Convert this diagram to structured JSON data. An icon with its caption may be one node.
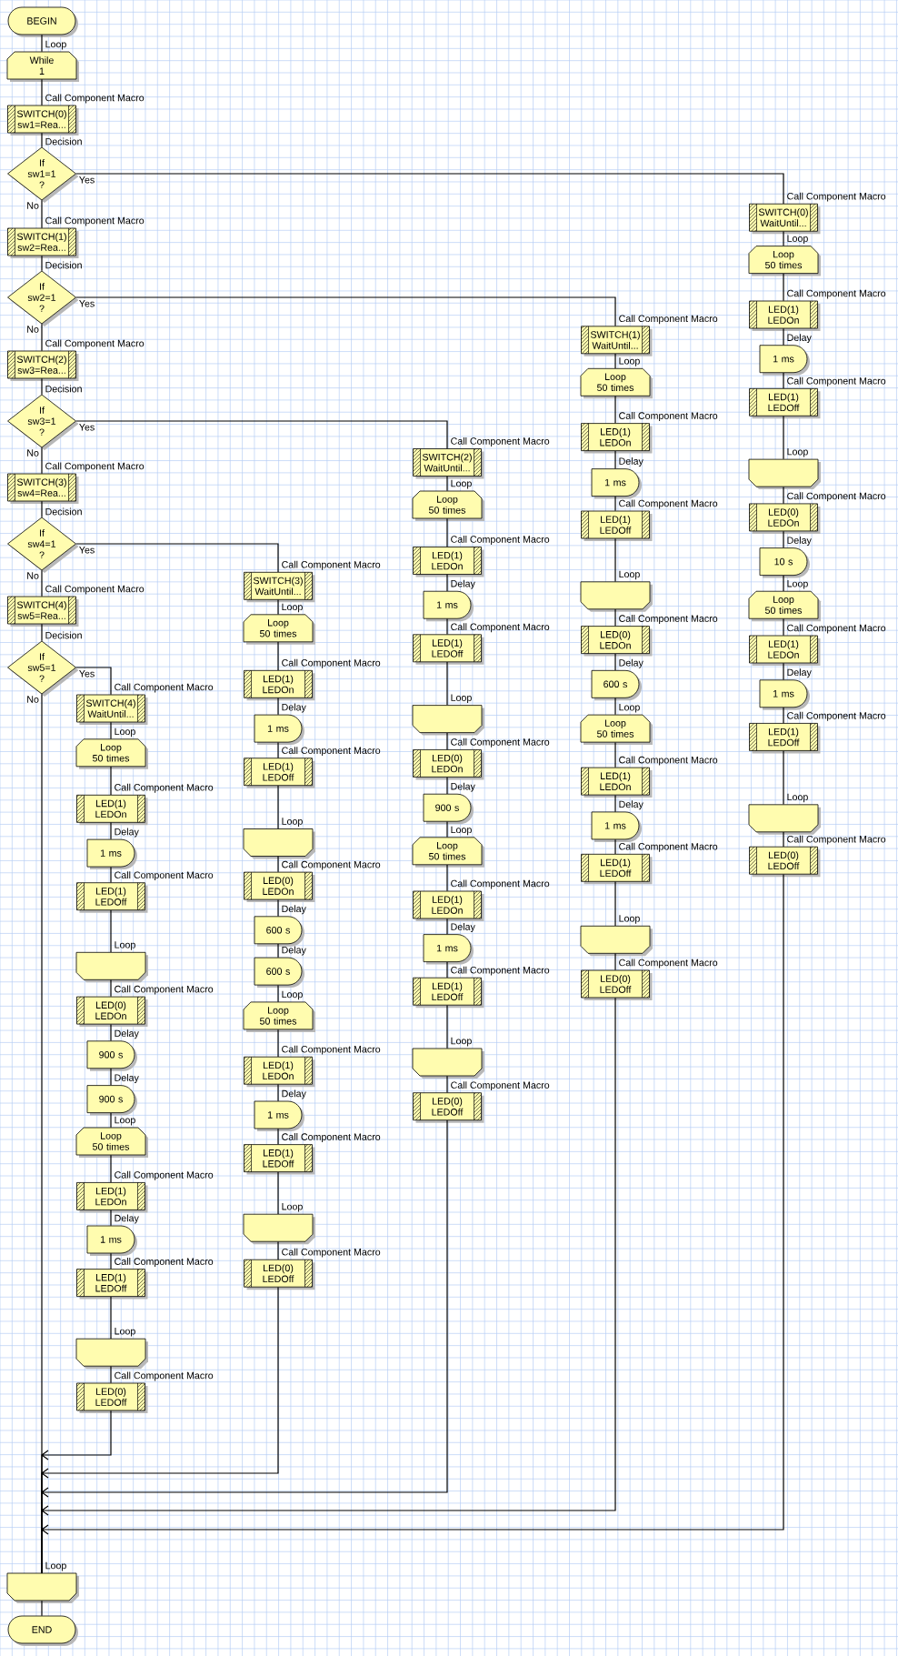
{
  "diagram": {
    "nodes": [
      {
        "text": [
          "BEGIN"
        ]
      },
      {
        "text": [
          "Loop",
          "While 1"
        ]
      },
      {
        "text": [
          "Call Component Macro",
          "SWITCH(0) sw1=Rea..."
        ]
      },
      {
        "text": [
          "Decision",
          "If sw1=1 ?"
        ]
      },
      {
        "text": [
          "Call Component Macro",
          "SWITCH(1) sw2=Rea..."
        ]
      },
      {
        "text": [
          "Decision",
          "If sw2=1 ?"
        ]
      },
      {
        "text": [
          "Call Component Macro",
          "SWITCH(2) sw3=Rea..."
        ]
      },
      {
        "text": [
          "Decision",
          "If sw3=1 ?"
        ]
      },
      {
        "text": [
          "Call Component Macro",
          "SWITCH(3) sw4=Rea..."
        ]
      },
      {
        "text": [
          "Decision",
          "If sw4=1 ?"
        ]
      },
      {
        "text": [
          "Call Component Macro",
          "SWITCH(4) sw5=Rea..."
        ]
      },
      {
        "text": [
          "Decision",
          "If sw5=1 ?"
        ]
      },
      {
        "text": [
          "Call Component Macro",
          "SWITCH(0) WaitUntil..."
        ]
      },
      {
        "text": [
          "Loop",
          "Loop 50 times"
        ]
      },
      {
        "text": [
          "Call Component Macro",
          "LED(1) LEDOn"
        ]
      },
      {
        "text": [
          "Delay",
          "1 ms"
        ]
      },
      {
        "text": [
          "Call Component Macro",
          "LED(1) LEDOff"
        ]
      },
      {
        "text": [
          "Loop"
        ]
      },
      {
        "text": [
          "Call Component Macro",
          "LED(0) LEDOn"
        ]
      },
      {
        "text": [
          "Delay",
          "10 s"
        ]
      },
      {
        "text": [
          "Loop",
          "Loop 50 times"
        ]
      },
      {
        "text": [
          "Call Component Macro",
          "LED(1) LEDOn"
        ]
      },
      {
        "text": [
          "Delay",
          "1 ms"
        ]
      },
      {
        "text": [
          "Call Component Macro",
          "LED(1) LEDOff"
        ]
      },
      {
        "text": [
          "Loop"
        ]
      },
      {
        "text": [
          "Call Component Macro",
          "LED(0) LEDOff"
        ]
      },
      {
        "text": [
          "Call Component Macro",
          "SWITCH(1) WaitUntil..."
        ]
      },
      {
        "text": [
          "Loop",
          "Loop 50 times"
        ]
      },
      {
        "text": [
          "Call Component Macro",
          "LED(1) LEDOn"
        ]
      },
      {
        "text": [
          "Delay",
          "1 ms"
        ]
      },
      {
        "text": [
          "Call Component Macro",
          "LED(1) LEDOff"
        ]
      },
      {
        "text": [
          "Loop"
        ]
      },
      {
        "text": [
          "Call Component Macro",
          "LED(0) LEDOn"
        ]
      },
      {
        "text": [
          "Delay",
          "600 s"
        ]
      },
      {
        "text": [
          "Loop",
          "Loop 50 times"
        ]
      },
      {
        "text": [
          "Call Component Macro",
          "LED(1) LEDOn"
        ]
      },
      {
        "text": [
          "Delay",
          "1 ms"
        ]
      },
      {
        "text": [
          "Call Component Macro",
          "LED(1) LEDOff"
        ]
      },
      {
        "text": [
          "Loop"
        ]
      },
      {
        "text": [
          "Call Component Macro",
          "LED(0) LEDOff"
        ]
      },
      {
        "text": [
          "Call Component Macro",
          "SWITCH(2) WaitUntil..."
        ]
      },
      {
        "text": [
          "Loop",
          "Loop 50 times"
        ]
      },
      {
        "text": [
          "Call Component Macro",
          "LED(1) LEDOn"
        ]
      },
      {
        "text": [
          "Delay",
          "1 ms"
        ]
      },
      {
        "text": [
          "Call Component Macro",
          "LED(1) LEDOff"
        ]
      },
      {
        "text": [
          "Loop"
        ]
      },
      {
        "text": [
          "Call Component Macro",
          "LED(0) LEDOn"
        ]
      },
      {
        "text": [
          "Delay",
          "900 s"
        ]
      },
      {
        "text": [
          "Loop",
          "Loop 50 times"
        ]
      },
      {
        "text": [
          "Call Component Macro",
          "LED(1) LEDOn"
        ]
      },
      {
        "text": [
          "Delay",
          "1 ms"
        ]
      },
      {
        "text": [
          "Call Component Macro",
          "LED(1) LEDOff"
        ]
      },
      {
        "text": [
          "Loop"
        ]
      },
      {
        "text": [
          "Call Component Macro",
          "LED(0) LEDOff"
        ]
      },
      {
        "text": [
          "Call Component Macro",
          "SWITCH(3) WaitUntil..."
        ]
      },
      {
        "text": [
          "Loop",
          "Loop 50 times"
        ]
      },
      {
        "text": [
          "Call Component Macro",
          "LED(1) LEDOn"
        ]
      },
      {
        "text": [
          "Delay",
          "1 ms"
        ]
      },
      {
        "text": [
          "Call Component Macro",
          "LED(1) LEDOff"
        ]
      },
      {
        "text": [
          "Loop"
        ]
      },
      {
        "text": [
          "Call Component Macro",
          "LED(0) LEDOn"
        ]
      },
      {
        "text": [
          "Delay",
          "600 s"
        ]
      },
      {
        "text": [
          "Delay",
          "600 s"
        ]
      },
      {
        "text": [
          "Loop",
          "Loop 50 times"
        ]
      },
      {
        "text": [
          "Call Component Macro",
          "LED(1) LEDOn"
        ]
      },
      {
        "text": [
          "Delay",
          "1 ms"
        ]
      },
      {
        "text": [
          "Call Component Macro",
          "LED(1) LEDOff"
        ]
      },
      {
        "text": [
          "Loop"
        ]
      },
      {
        "text": [
          "Call Component Macro",
          "LED(0) LEDOff"
        ]
      },
      {
        "text": [
          "Call Component Macro",
          "SWITCH(4) WaitUntil..."
        ]
      },
      {
        "text": [
          "Loop",
          "Loop 50 times"
        ]
      },
      {
        "text": [
          "Call Component Macro",
          "LED(1) LEDOn"
        ]
      },
      {
        "text": [
          "Delay",
          "1 ms"
        ]
      },
      {
        "text": [
          "Call Component Macro",
          "LED(1) LEDOff"
        ]
      },
      {
        "text": [
          "Loop"
        ]
      },
      {
        "text": [
          "Call Component Macro",
          "LED(0) LEDOn"
        ]
      },
      {
        "text": [
          "Delay",
          "900 s"
        ]
      },
      {
        "text": [
          "Delay",
          "900 s"
        ]
      },
      {
        "text": [
          "Loop",
          "Loop 50 times"
        ]
      },
      {
        "text": [
          "Call Component Macro",
          "LED(1) LEDOn"
        ]
      },
      {
        "text": [
          "Delay",
          "1 ms"
        ]
      },
      {
        "text": [
          "Call Component Macro",
          "LED(1) LEDOff"
        ]
      },
      {
        "text": [
          "Loop"
        ]
      },
      {
        "text": [
          "Call Component Macro",
          "LED(0) LEDOff"
        ]
      },
      {
        "text": [
          "Loop"
        ]
      },
      {
        "text": [
          "END"
        ]
      }
    ],
    "edges": [
      {
        "from": 0,
        "to": 1,
        "arrow": "none"
      },
      {
        "from": 1,
        "to": 2,
        "arrow": "none"
      },
      {
        "from": 2,
        "to": 3,
        "arrow": "none"
      },
      {
        "from": 3,
        "to": 4,
        "arrow": "none",
        "label": "No"
      },
      {
        "from": 4,
        "to": 5,
        "arrow": "none"
      },
      {
        "from": 5,
        "to": 6,
        "arrow": "none",
        "label": "No"
      },
      {
        "from": 6,
        "to": 7,
        "arrow": "none"
      },
      {
        "from": 7,
        "to": 8,
        "arrow": "none",
        "label": "No"
      },
      {
        "from": 8,
        "to": 9,
        "arrow": "none"
      },
      {
        "from": 9,
        "to": 10,
        "arrow": "none",
        "label": "No"
      },
      {
        "from": 10,
        "to": 11,
        "arrow": "none"
      },
      {
        "from": 11,
        "to": 84,
        "arrow": "none",
        "label": "No"
      },
      {
        "from": 84,
        "to": 85,
        "arrow": "none"
      },
      {
        "from": 3,
        "to": 12,
        "arrow": "none",
        "label": "Yes"
      },
      {
        "from": 5,
        "to": 26,
        "arrow": "none",
        "label": "Yes"
      },
      {
        "from": 7,
        "to": 40,
        "arrow": "none",
        "label": "Yes"
      },
      {
        "from": 9,
        "to": 54,
        "arrow": "none",
        "label": "Yes"
      },
      {
        "from": 11,
        "to": 69,
        "arrow": "none",
        "label": "Yes"
      },
      {
        "from": 12,
        "to": 13,
        "arrow": "none"
      },
      {
        "from": 13,
        "to": 14,
        "arrow": "none"
      },
      {
        "from": 14,
        "to": 15,
        "arrow": "none"
      },
      {
        "from": 15,
        "to": 16,
        "arrow": "none"
      },
      {
        "from": 16,
        "to": 17,
        "arrow": "none"
      },
      {
        "from": 17,
        "to": 18,
        "arrow": "none"
      },
      {
        "from": 18,
        "to": 19,
        "arrow": "none"
      },
      {
        "from": 19,
        "to": 20,
        "arrow": "none"
      },
      {
        "from": 20,
        "to": 21,
        "arrow": "none"
      },
      {
        "from": 21,
        "to": 22,
        "arrow": "none"
      },
      {
        "from": 22,
        "to": 23,
        "arrow": "none"
      },
      {
        "from": 23,
        "to": 24,
        "arrow": "none"
      },
      {
        "from": 24,
        "to": 25,
        "arrow": "none"
      },
      {
        "from": 26,
        "to": 27,
        "arrow": "none"
      },
      {
        "from": 27,
        "to": 28,
        "arrow": "none"
      },
      {
        "from": 28,
        "to": 29,
        "arrow": "none"
      },
      {
        "from": 29,
        "to": 30,
        "arrow": "none"
      },
      {
        "from": 30,
        "to": 31,
        "arrow": "none"
      },
      {
        "from": 31,
        "to": 32,
        "arrow": "none"
      },
      {
        "from": 32,
        "to": 33,
        "arrow": "none"
      },
      {
        "from": 33,
        "to": 34,
        "arrow": "none"
      },
      {
        "from": 34,
        "to": 35,
        "arrow": "none"
      },
      {
        "from": 35,
        "to": 36,
        "arrow": "none"
      },
      {
        "from": 36,
        "to": 37,
        "arrow": "none"
      },
      {
        "from": 37,
        "to": 38,
        "arrow": "none"
      },
      {
        "from": 38,
        "to": 39,
        "arrow": "none"
      },
      {
        "from": 40,
        "to": 41,
        "arrow": "none"
      },
      {
        "from": 41,
        "to": 42,
        "arrow": "none"
      },
      {
        "from": 42,
        "to": 43,
        "arrow": "none"
      },
      {
        "from": 43,
        "to": 44,
        "arrow": "none"
      },
      {
        "from": 44,
        "to": 45,
        "arrow": "none"
      },
      {
        "from": 45,
        "to": 46,
        "arrow": "none"
      },
      {
        "from": 46,
        "to": 47,
        "arrow": "none"
      },
      {
        "from": 47,
        "to": 48,
        "arrow": "none"
      },
      {
        "from": 48,
        "to": 49,
        "arrow": "none"
      },
      {
        "from": 49,
        "to": 50,
        "arrow": "none"
      },
      {
        "from": 50,
        "to": 51,
        "arrow": "none"
      },
      {
        "from": 51,
        "to": 52,
        "arrow": "none"
      },
      {
        "from": 52,
        "to": 53,
        "arrow": "none"
      },
      {
        "from": 54,
        "to": 55,
        "arrow": "none"
      },
      {
        "from": 55,
        "to": 56,
        "arrow": "none"
      },
      {
        "from": 56,
        "to": 57,
        "arrow": "none"
      },
      {
        "from": 57,
        "to": 58,
        "arrow": "none"
      },
      {
        "from": 58,
        "to": 59,
        "arrow": "none"
      },
      {
        "from": 59,
        "to": 60,
        "arrow": "none"
      },
      {
        "from": 60,
        "to": 61,
        "arrow": "none"
      },
      {
        "from": 61,
        "to": 62,
        "arrow": "none"
      },
      {
        "from": 62,
        "to": 63,
        "arrow": "none"
      },
      {
        "from": 63,
        "to": 64,
        "arrow": "none"
      },
      {
        "from": 64,
        "to": 65,
        "arrow": "none"
      },
      {
        "from": 65,
        "to": 66,
        "arrow": "none"
      },
      {
        "from": 66,
        "to": 67,
        "arrow": "none"
      },
      {
        "from": 67,
        "to": 68,
        "arrow": "none"
      },
      {
        "from": 69,
        "to": 70,
        "arrow": "none"
      },
      {
        "from": 70,
        "to": 71,
        "arrow": "none"
      },
      {
        "from": 71,
        "to": 72,
        "arrow": "none"
      },
      {
        "from": 72,
        "to": 73,
        "arrow": "none"
      },
      {
        "from": 73,
        "to": 74,
        "arrow": "none"
      },
      {
        "from": 74,
        "to": 75,
        "arrow": "none"
      },
      {
        "from": 75,
        "to": 76,
        "arrow": "none"
      },
      {
        "from": 76,
        "to": 77,
        "arrow": "none"
      },
      {
        "from": 77,
        "to": 78,
        "arrow": "none"
      },
      {
        "from": 78,
        "to": 79,
        "arrow": "none"
      },
      {
        "from": 79,
        "to": 80,
        "arrow": "none"
      },
      {
        "from": 80,
        "to": 81,
        "arrow": "none"
      },
      {
        "from": 81,
        "to": 82,
        "arrow": "none"
      },
      {
        "from": 82,
        "to": 83,
        "arrow": "none"
      },
      {
        "from": 25,
        "to": 84,
        "arrow": "to"
      },
      {
        "from": 39,
        "to": 84,
        "arrow": "to"
      },
      {
        "from": 53,
        "to": 84,
        "arrow": "to"
      },
      {
        "from": 68,
        "to": 84,
        "arrow": "to"
      },
      {
        "from": 83,
        "to": 84,
        "arrow": "to"
      }
    ]
  }
}
